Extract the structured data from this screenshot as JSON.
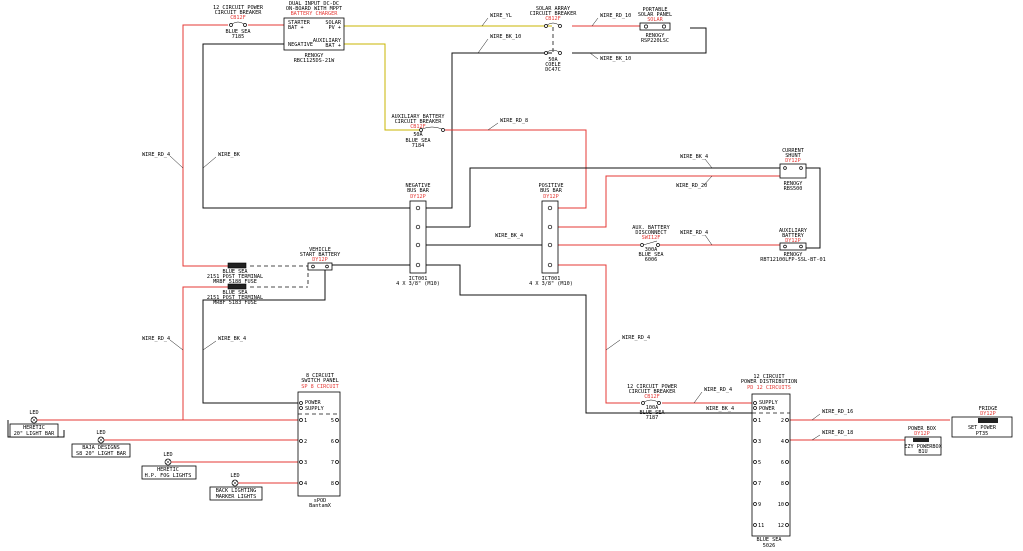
{
  "components": {
    "starter_breaker": {
      "lines": [
        "12 CIRCUIT POWER",
        "CIRCUIT BREAKER"
      ],
      "tag": "CB12F",
      "mfr": [
        "BLUE SEA",
        "7185"
      ]
    },
    "dcdc": {
      "lines": [
        "DUAL INPUT DC-DC",
        "ON-BOARD WITH MPPT"
      ],
      "tag": "BATTERY CHARGER",
      "starter": [
        "STARTER",
        "BAT +"
      ],
      "solar": [
        "SOLAR",
        "PV +"
      ],
      "negative": "NEGATIVE",
      "aux": [
        "AUXILIARY",
        "BAT +"
      ],
      "mfr": [
        "RENOGY",
        "RBC1125DS-21W"
      ]
    },
    "solar_breaker": {
      "lines": [
        "SOLAR ARRAY",
        "CIRCUIT BREAKER"
      ],
      "tag": "CB12F",
      "mfr": [
        "50A",
        "COELE",
        "DC47C"
      ]
    },
    "solar_panel": {
      "lines": [
        "PORTABLE",
        "SOLAR PANEL"
      ],
      "tag": "SOLAR",
      "mfr": [
        "RENOGY",
        "RSP220LSC"
      ]
    },
    "aux_breaker": {
      "lines": [
        "AUXILIARY BATTERY",
        "CIRCUIT BREAKER"
      ],
      "tag": "CB12F",
      "mfr": [
        "50A",
        "BLUE SEA",
        "7184"
      ]
    },
    "neg_bus": {
      "lines": [
        "NEGATIVE",
        "BUS BAR"
      ],
      "tag": "DY12P",
      "mfr": [
        "ICT001",
        "4 X 3/8\" (M10)"
      ]
    },
    "pos_bus": {
      "lines": [
        "POSITIVE",
        "BUS BAR"
      ],
      "tag": "DY12P",
      "mfr": [
        "ICT001",
        "4 X 3/8\" (M10)"
      ]
    },
    "shunt": {
      "lines": [
        "CURRENT",
        "SHUNT"
      ],
      "tag": "DY12P",
      "mfr": [
        "RENOGY",
        "RBS500"
      ]
    },
    "disconnect": {
      "lines": [
        "AUX. BATTERY",
        "DISCONNECT"
      ],
      "tag": "SWI12F",
      "mfr": [
        "300A",
        "BLUE SEA",
        "6006"
      ]
    },
    "aux_battery": {
      "lines": [
        "AUXILIARY",
        "BATTERY"
      ],
      "tag": "DY12P",
      "mfr": [
        "RENOGY",
        "RBT12100LFP-SSL-BT-01"
      ]
    },
    "vehicle_battery": {
      "lines": [
        "VEHICLE",
        "START BATTERY"
      ],
      "tag": "DY12P"
    },
    "fuse1": {
      "lines": [
        "BLUE SEA",
        "2151 POST TERMINAL",
        "MRBF 5188 FUSE"
      ]
    },
    "fuse2": {
      "lines": [
        "BLUE SEA",
        "2151 POST TERMINAL",
        "MRBF 5183 FUSE"
      ]
    },
    "switch_panel": {
      "lines": [
        "8 CIRCUIT",
        "SWITCH PANEL"
      ],
      "tag": "SP 8 CIRCUIT",
      "power": "POWER",
      "supply": "SUPPLY",
      "mfr": [
        "sPOD",
        "BantamX"
      ]
    },
    "power_dist": {
      "lines": [
        "12 CIRCUIT",
        "POWER DISTRIBUTION"
      ],
      "tag": "PD 12 CIRCUITS",
      "supply": "SUPPLY",
      "power": "POWER",
      "mfr": [
        "BLUE SEA",
        "5026"
      ]
    },
    "pd_breaker": {
      "lines": [
        "12 CIRCUIT POWER",
        "CIRCUIT BREAKER"
      ],
      "tag": "CB12F",
      "mfr": [
        "100A",
        "BLUE SEA",
        "7187"
      ]
    },
    "fridge": {
      "lines": [
        "FRIDGE"
      ],
      "tag": "DY12P",
      "mfr": [
        "SET POWER",
        "PT35"
      ]
    },
    "power_box": {
      "lines": [
        "POWER BOX"
      ],
      "tag": "DY12P",
      "mfr": [
        "EZY POWERBOX",
        "B1U"
      ]
    },
    "led1": {
      "label": "LED",
      "mfr": [
        "HERETIC",
        "20\" LIGHT BAR"
      ]
    },
    "led2": {
      "label": "LED",
      "mfr": [
        "BAJA DESIGNS",
        "S8 20\" LIGHT BAR"
      ]
    },
    "led3": {
      "label": "LED",
      "mfr": [
        "HERETIC",
        "H.P. FOG LIGHTS"
      ]
    },
    "led4": {
      "label": "LED",
      "mfr": [
        "BACK LIGHTING",
        "MARKER LIGHTS"
      ]
    }
  },
  "wires": {
    "w_yl": "WIRE_YL",
    "w_bk10_a": "WIRE_BK_10",
    "w_rd10_a": "WIRE_RD_10",
    "w_bk10_b": "WIRE_BK_10",
    "w_rd8": "WIRE_RD_8",
    "w_rd4_l": "WIRE_RD_4",
    "w_bk_l": "WIRE_BK",
    "w_bk4_shunt": "WIRE_BK_4",
    "w_rd20": "WIRE_RD_20",
    "w_rd4_bat": "WIRE_RD_4",
    "w_rd4_l2": "WIRE_RD_4",
    "w_bk4_l2": "WIRE_BK_4",
    "w_bk4_pd": "WIRE_BK_4",
    "w_rd4_pd": "WIRE_RD_4",
    "w_rd4_pd2": "WIRE_RD_4",
    "w_bk4_pd2": "WIRE_BK_4",
    "w_rd16": "WIRE_RD_16",
    "w_rd18": "WIRE_RD_18"
  },
  "switch_nums": [
    "1",
    "2",
    "3",
    "4",
    "5",
    "6",
    "7",
    "8"
  ],
  "pd_nums": [
    "1",
    "2",
    "3",
    "4",
    "5",
    "6",
    "7",
    "8",
    "9",
    "10",
    "11",
    "12"
  ]
}
